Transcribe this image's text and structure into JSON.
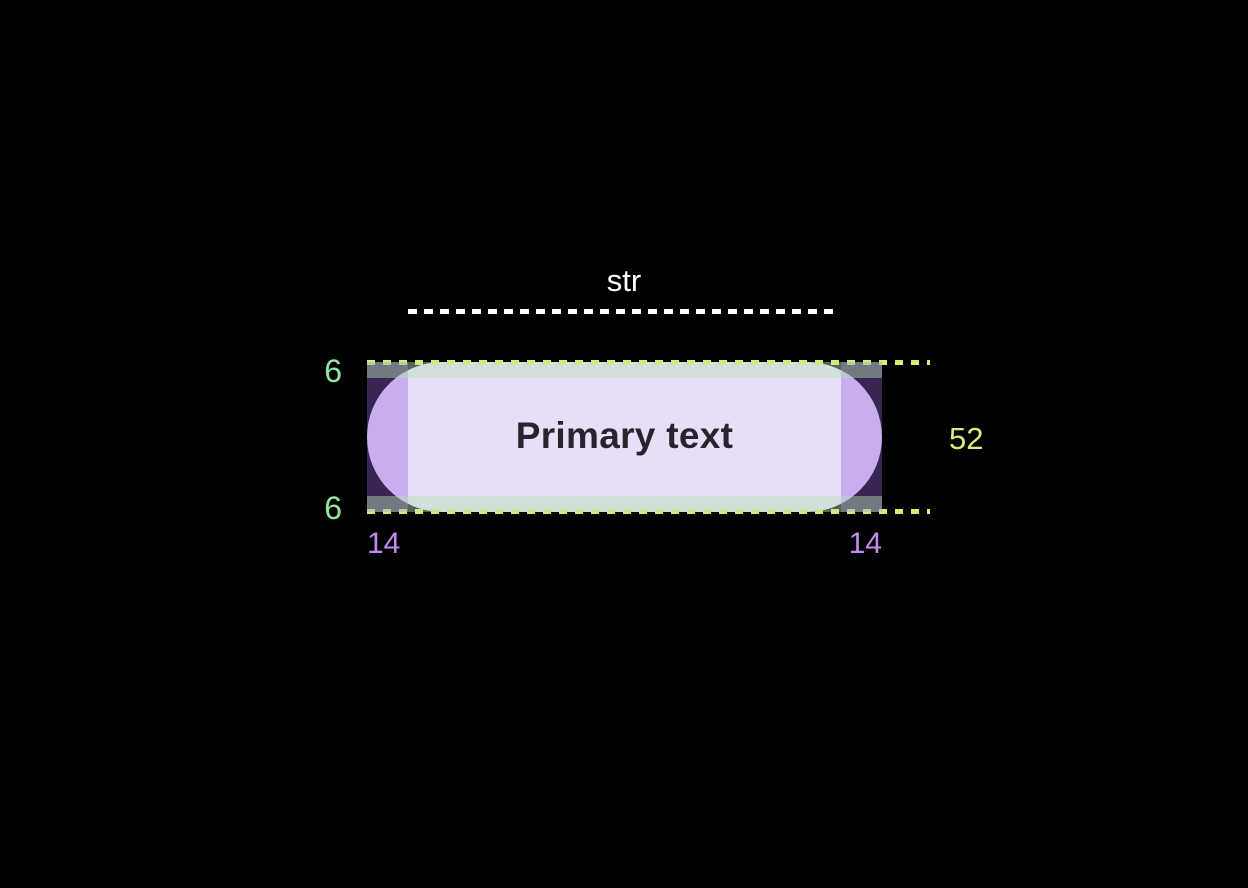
{
  "colors": {
    "bg": "#000000",
    "pill": "#e9def8",
    "ink": "#27242e",
    "white": "#ffffff",
    "green": "#93e5a2",
    "purple": "#c18bf0",
    "yellow": "#daea7c",
    "dash_yellow": "#dfe96a",
    "overlay_purple": "rgba(146,96,220,0.38)",
    "overlay_green": "rgba(183,223,185,0.45)"
  },
  "spec": {
    "button_label": "Primary text",
    "width_var": "str",
    "padding_top": "6",
    "padding_bottom": "6",
    "padding_left": "14",
    "padding_right": "14",
    "height": "52"
  }
}
